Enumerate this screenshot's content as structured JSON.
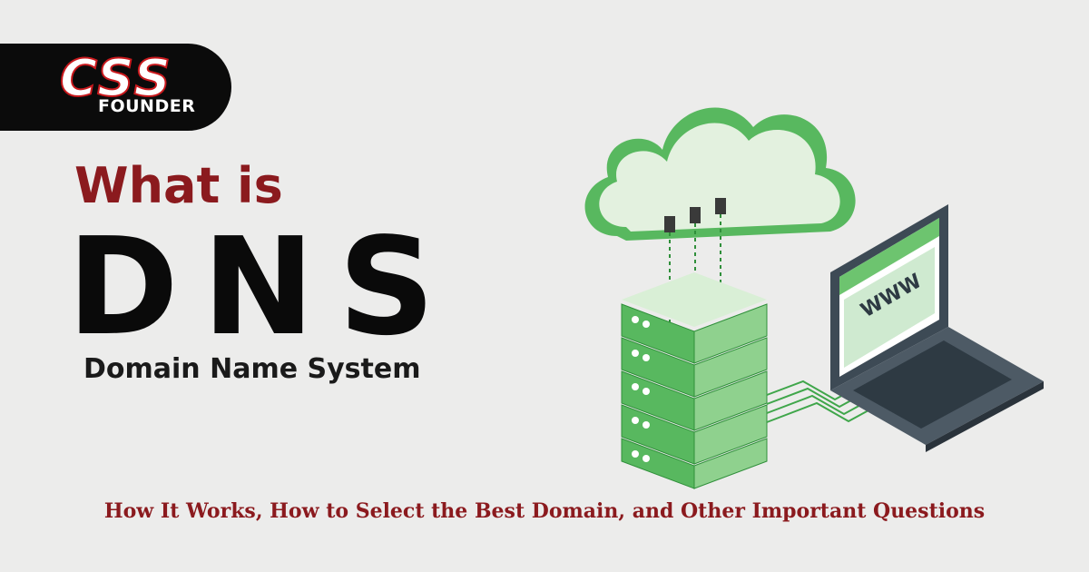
{
  "logo": {
    "primary": "CSS",
    "secondary": "FOUNDER"
  },
  "heading": {
    "prefix": "What is",
    "acronym": "DNS",
    "expansion": "Domain Name System"
  },
  "tagline": "How It Works, How to Select the Best Domain, and Other Important Questions",
  "illustration": {
    "screen_text": "WWW"
  },
  "colors": {
    "background": "#ececeb",
    "accent": "#8b1a1e",
    "green": "#6dc46f",
    "dark_green": "#2f8f3a",
    "text_dark": "#0a0a0a",
    "logo_red": "#c8191d"
  }
}
